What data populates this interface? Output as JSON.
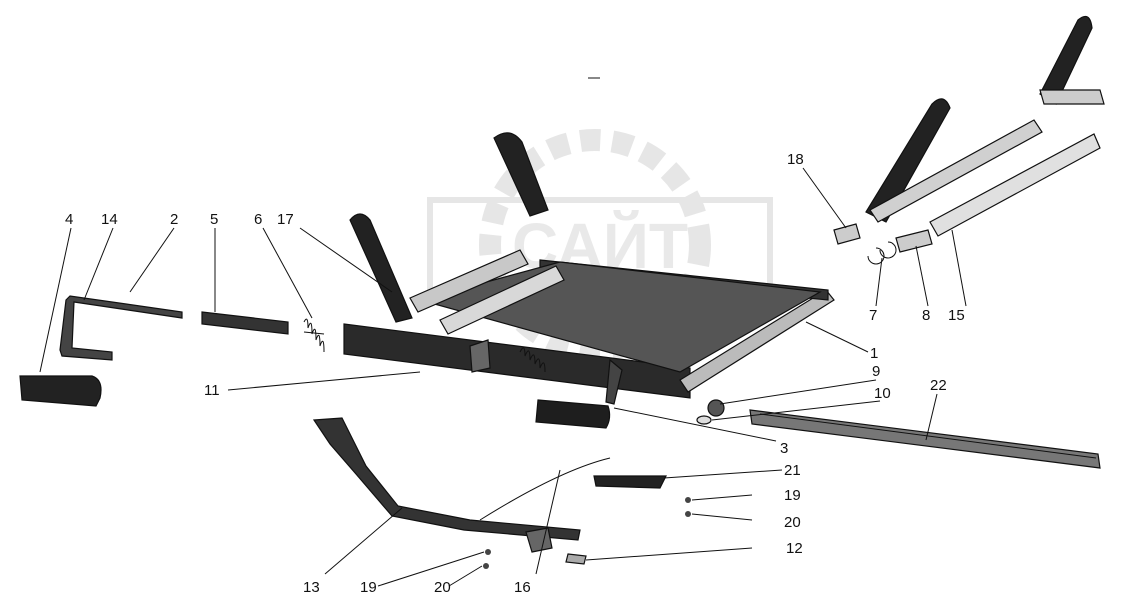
{
  "diagram": {
    "title": "",
    "labels": {
      "p1": "1",
      "p2": "2",
      "p3": "3",
      "p4": "4",
      "p5": "5",
      "p6": "6",
      "p7": "7",
      "p8": "8",
      "p9": "9",
      "p10": "10",
      "p11": "11",
      "p12": "12",
      "p13": "13",
      "p14": "14",
      "p15": "15",
      "p16": "16",
      "p17": "17",
      "p18": "18",
      "p19a": "19",
      "p19b": "19",
      "p20a": "20",
      "p20b": "20",
      "p21": "21",
      "p22": "22"
    },
    "watermark": "САЙТ"
  }
}
